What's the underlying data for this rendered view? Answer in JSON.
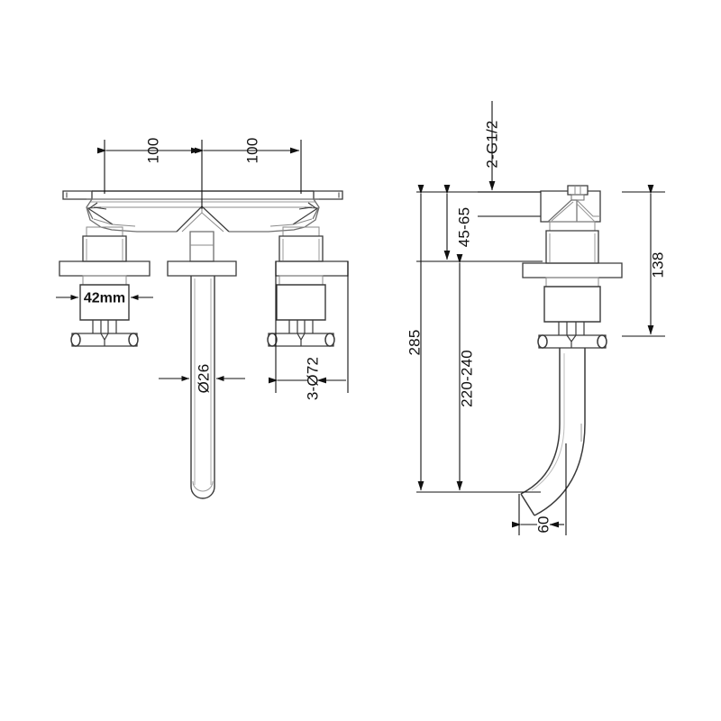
{
  "drawing": {
    "title": "Wall-mounted 3-hole basin mixer tap — dimensioned technical drawing",
    "units": "mm",
    "line_colors": {
      "object": "#6e6e6e",
      "object_dark": "#3a3a3a",
      "dimension": "#111111",
      "background": "#ffffff"
    },
    "views": [
      {
        "id": "front",
        "name": "front-elevation-view"
      },
      {
        "id": "side",
        "name": "side-elevation-view"
      }
    ]
  },
  "dimensions": {
    "front": [
      {
        "id": "span-left",
        "label": "100",
        "name": "dim-100-left",
        "orientation": "horizontal"
      },
      {
        "id": "span-right",
        "label": "100",
        "name": "dim-100-right",
        "orientation": "horizontal"
      },
      {
        "id": "handle-width",
        "label": "42mm",
        "name": "dim-42mm",
        "orientation": "horizontal"
      },
      {
        "id": "spout-dia",
        "label": "Ø26",
        "name": "dim-dia-26",
        "orientation": "horizontal"
      },
      {
        "id": "hole-dia",
        "label": "3-Ø72",
        "name": "dim-3-dia-72",
        "orientation": "horizontal"
      }
    ],
    "side": [
      {
        "id": "thread",
        "label": "2-G1/2",
        "name": "note-2-g1-2",
        "orientation": "leader"
      },
      {
        "id": "wall-depth",
        "label": "45-65",
        "name": "dim-45-65",
        "orientation": "vertical"
      },
      {
        "id": "overall-h",
        "label": "285",
        "name": "dim-285",
        "orientation": "vertical"
      },
      {
        "id": "spout-h",
        "label": "220-240",
        "name": "dim-220-240",
        "orientation": "vertical"
      },
      {
        "id": "body-depth",
        "label": "138",
        "name": "dim-138",
        "orientation": "vertical"
      },
      {
        "id": "spout-reach",
        "label": "60",
        "name": "dim-60",
        "orientation": "horizontal"
      }
    ]
  }
}
